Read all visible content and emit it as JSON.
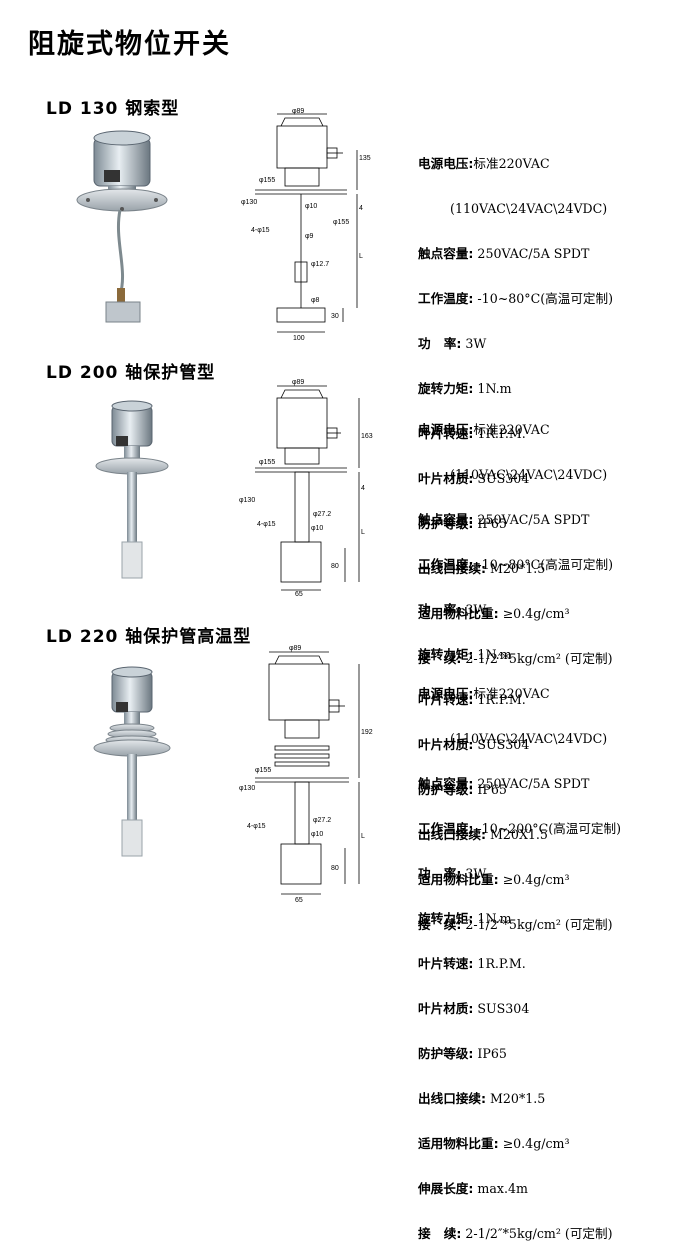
{
  "page_title": "阻旋式物位开关",
  "products": [
    {
      "model": "LD 130  钢索型",
      "dims": {
        "d1": "φ89",
        "d2": "φ155",
        "d3": "φ130",
        "d4": "4-φ15",
        "d5": "φ10",
        "d6": "φ9",
        "d7": "φ12.7",
        "d8": "φ8",
        "d9": "φ155",
        "h1": "135",
        "h2": "4",
        "h3": "L",
        "h4": "30",
        "w1": "100"
      },
      "specs": [
        {
          "label": "电源电压:",
          "value": "标准220VAC"
        },
        {
          "label": "",
          "value": "        (110VAC\\24VAC\\24VDC)"
        },
        {
          "label": "触点容量:",
          "value": " 250VAC/5A SPDT"
        },
        {
          "label": "工作温度:",
          "value": " -10~80°C(高温可定制)"
        },
        {
          "label": "功   率:",
          "value": " 3W"
        },
        {
          "label": "旋转力矩:",
          "value": " 1N.m"
        },
        {
          "label": "叶片转速:",
          "value": " 1R.P.M."
        },
        {
          "label": "叶片材质:",
          "value": " SUS304"
        },
        {
          "label": "防护等级:",
          "value": " IP65"
        },
        {
          "label": "出线口接续:",
          "value": " M20*1.5"
        },
        {
          "label": "适用物料比重:",
          "value": " ≥0.4g/cm³"
        },
        {
          "label": "接   续:",
          "value": " 2-1/2″*5kg/cm² (可定制)"
        }
      ]
    },
    {
      "model": "LD 200  轴保护管型",
      "dims": {
        "d1": "φ89",
        "d2": "φ155",
        "d3": "φ130",
        "d4": "4-φ15",
        "d5": "φ27.2",
        "d6": "φ10",
        "h1": "163",
        "h2": "4",
        "h3": "L",
        "h4": "80",
        "w1": "65"
      },
      "specs": [
        {
          "label": "电源电压:",
          "value": "标准220VAC"
        },
        {
          "label": "",
          "value": "        (110VAC\\24VAC\\24VDC)"
        },
        {
          "label": "触点容量:",
          "value": " 250VAC/5A SPDT"
        },
        {
          "label": "工作温度:",
          "value": " -10~80°C(高温可定制)"
        },
        {
          "label": "功   率:",
          "value": " 3W"
        },
        {
          "label": "旋转力矩:",
          "value": " 1N.m"
        },
        {
          "label": "叶片转速:",
          "value": " 1R.P.M."
        },
        {
          "label": "叶片材质:",
          "value": " SUS304"
        },
        {
          "label": "防护等级:",
          "value": " IP65"
        },
        {
          "label": "出线口接续:",
          "value": " M20X1.5"
        },
        {
          "label": "适用物料比重:",
          "value": " ≥0.4g/cm³"
        },
        {
          "label": "接   续:",
          "value": " 2-1/2″*5kg/cm² (可定制)"
        }
      ]
    },
    {
      "model": "LD 220 轴保护管高温型",
      "dims": {
        "d1": "φ89",
        "d2": "φ155",
        "d3": "φ130",
        "d4": "4-φ15",
        "d5": "φ27.2",
        "d6": "φ10",
        "h1": "192",
        "h3": "L",
        "h4": "80",
        "w1": "65"
      },
      "specs": [
        {
          "label": "电源电压:",
          "value": "标准220VAC"
        },
        {
          "label": "",
          "value": "        (110VAC\\24VAC\\24VDC)"
        },
        {
          "label": "触点容量:",
          "value": " 250VAC/5A SPDT"
        },
        {
          "label": "工作温度:",
          "value": " -10~200°C(高温可定制)"
        },
        {
          "label": "功   率:",
          "value": " 3W"
        },
        {
          "label": "旋转力矩:",
          "value": " 1N.m"
        },
        {
          "label": "叶片转速:",
          "value": " 1R.P.M."
        },
        {
          "label": "叶片材质:",
          "value": " SUS304"
        },
        {
          "label": "防护等级:",
          "value": " IP65"
        },
        {
          "label": "出线口接续:",
          "value": " M20*1.5"
        },
        {
          "label": "适用物料比重:",
          "value": " ≥0.4g/cm³"
        },
        {
          "label": "伸展长度:",
          "value": " max.4m"
        },
        {
          "label": "接   续:",
          "value": " 2-1/2″*5kg/cm² (可定制)"
        }
      ]
    }
  ]
}
